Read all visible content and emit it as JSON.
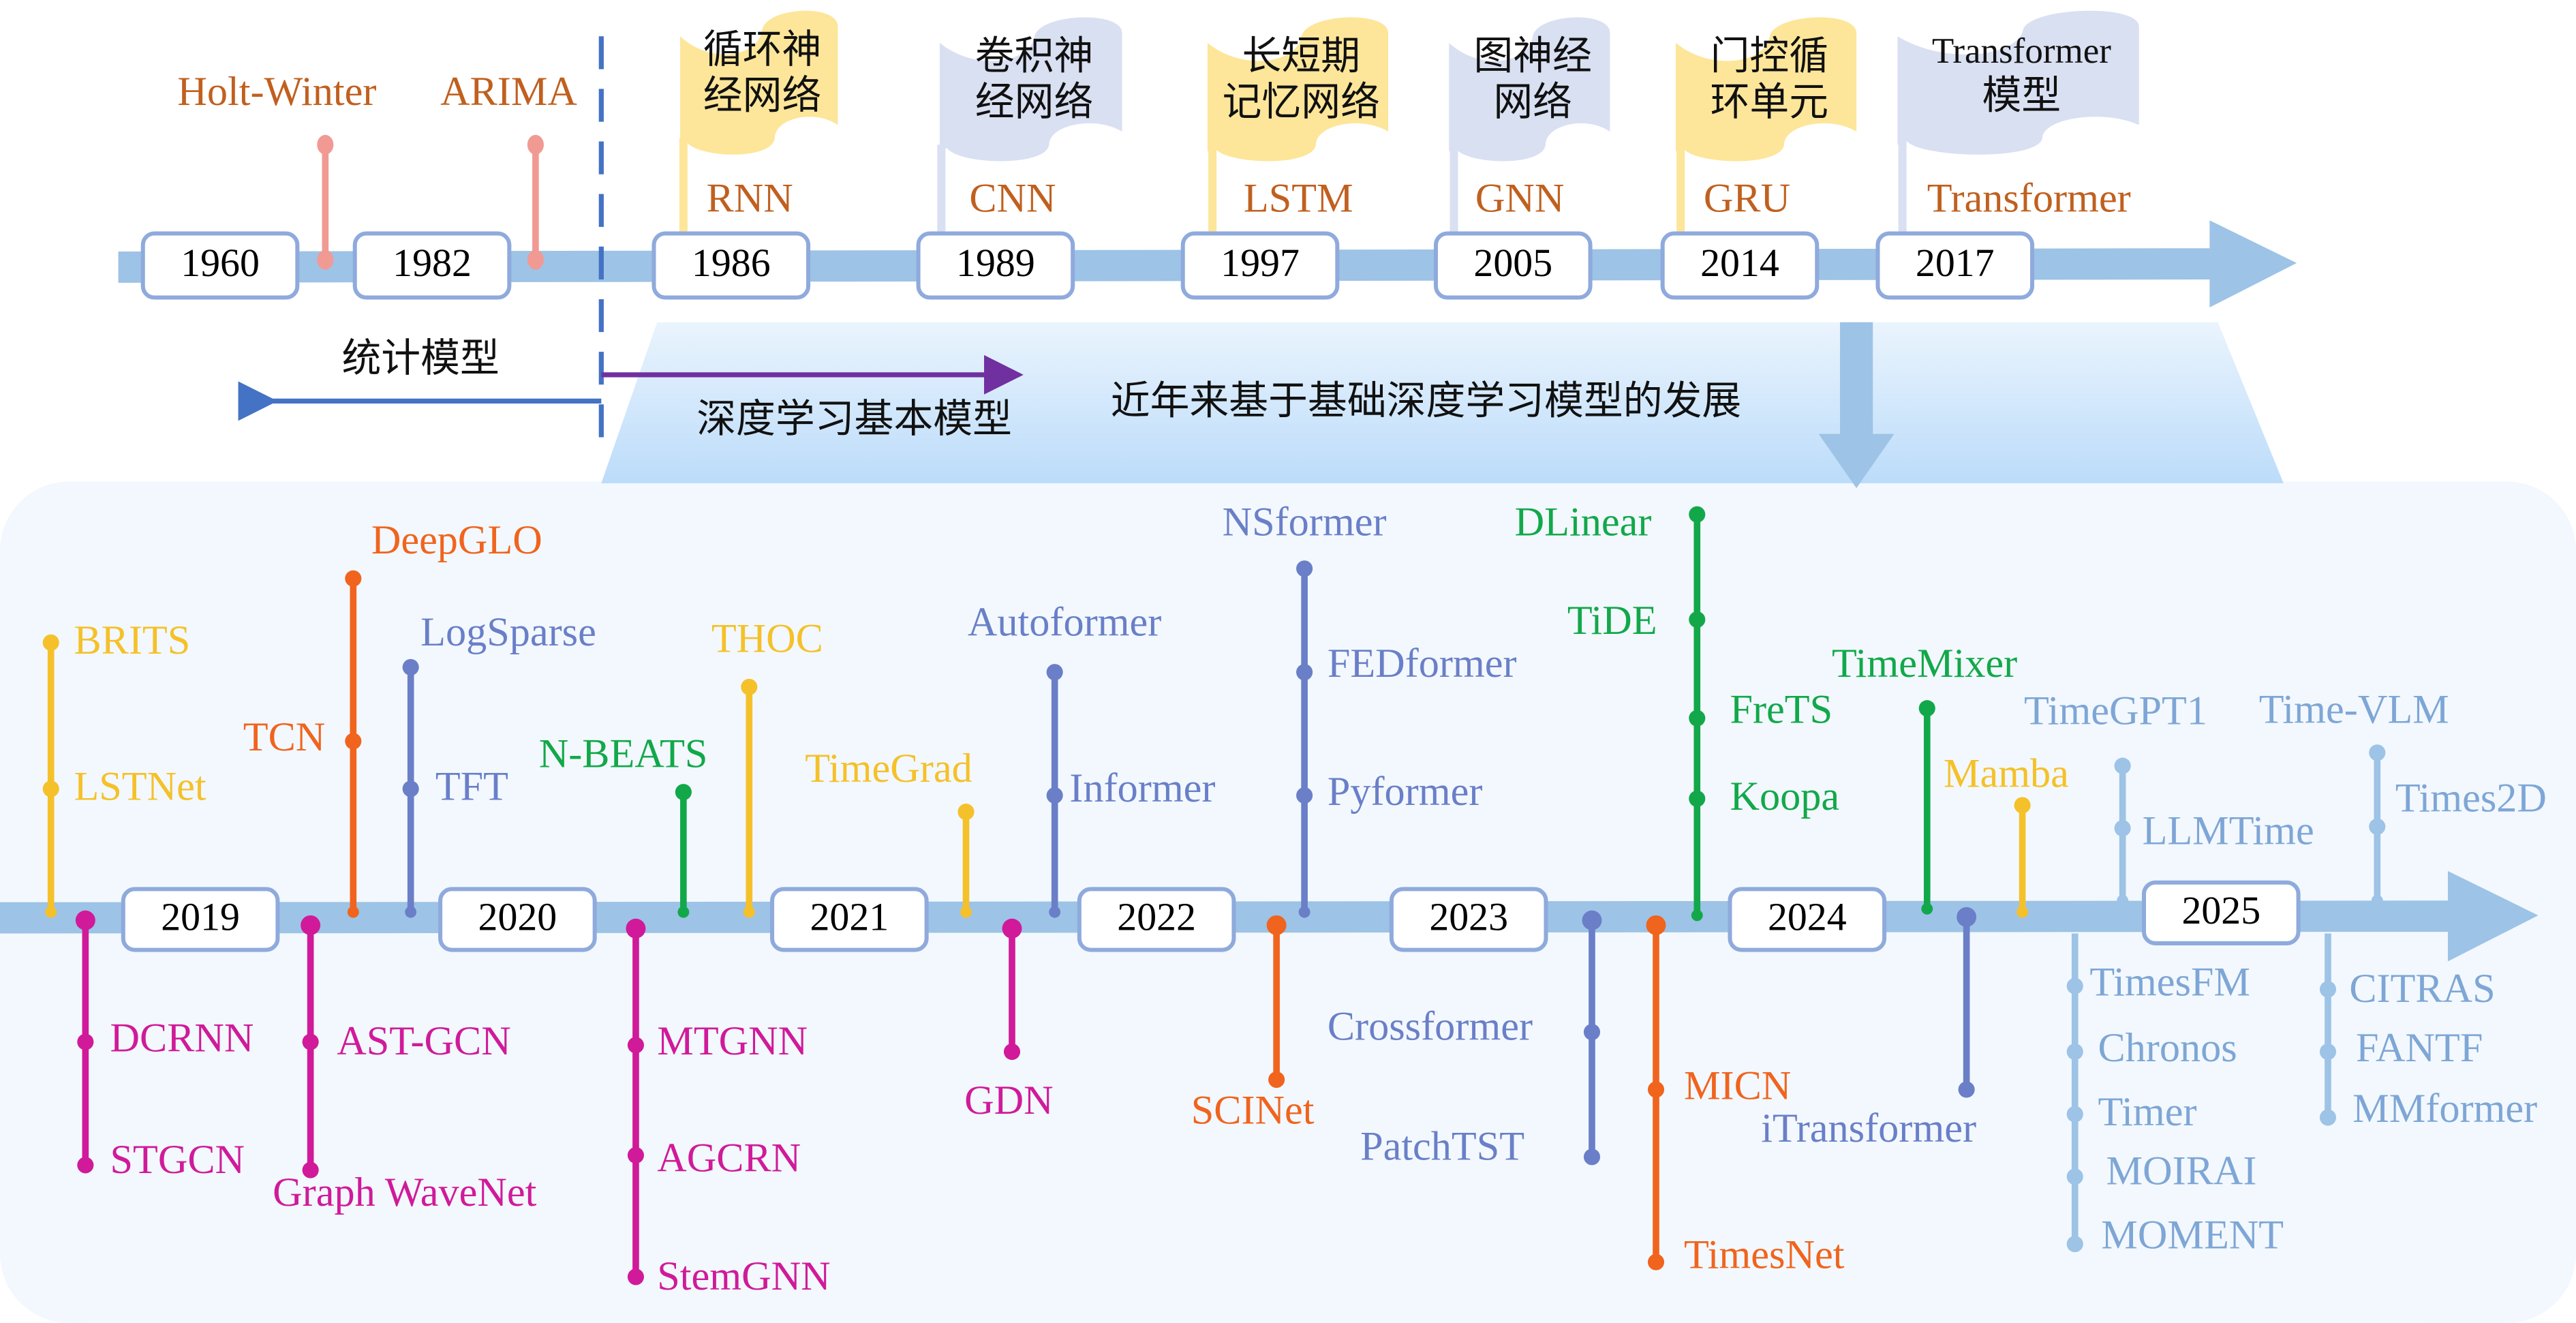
{
  "colors": {
    "bar": "#9dc3e6",
    "box_border": "#8faadc",
    "orange_text": "#c0601f",
    "flag_yellow": "#fde69a",
    "flag_lavender": "#d9e0f2",
    "pink_pin": "#f19a94",
    "panel": "#f2f8fd"
  },
  "top": {
    "years": [
      "1960",
      "1982",
      "1986",
      "1989",
      "1997",
      "2005",
      "2014",
      "2017"
    ],
    "early_models": [
      "Holt-Winter",
      "ARIMA"
    ],
    "flags": [
      {
        "cn": [
          "循环神",
          "经网络"
        ],
        "en": "RNN",
        "color": "#fde69a"
      },
      {
        "cn": [
          "卷积神",
          "经网络"
        ],
        "en": "CNN",
        "color": "#d9e0f2"
      },
      {
        "cn": [
          "长短期",
          "记忆网络"
        ],
        "en": "LSTM",
        "color": "#fde69a"
      },
      {
        "cn": [
          "图神经",
          "网络"
        ],
        "en": "GNN",
        "color": "#d9e0f2"
      },
      {
        "cn": [
          "门控循",
          "环单元"
        ],
        "en": "GRU",
        "color": "#fde69a"
      },
      {
        "cn": [
          "Transformer",
          "模型"
        ],
        "en": "Transformer",
        "color": "#d9e0f2"
      }
    ],
    "stats_label": "统计模型",
    "dl_basic_label": "深度学习基本模型",
    "recent_label": "近年来基于基础深度学习模型的发展"
  },
  "bottom": {
    "years": [
      "2019",
      "2020",
      "2021",
      "2022",
      "2023",
      "2024",
      "2025"
    ],
    "groups": [
      {
        "color": "#f5c12a",
        "labels": [
          "BRITS",
          "LSTNet"
        ]
      },
      {
        "color": "#f0641e",
        "labels": [
          "DeepGLO",
          "TCN"
        ]
      },
      {
        "color": "#6a7fc8",
        "labels": [
          "LogSparse",
          "TFT"
        ]
      },
      {
        "color": "#12a84a",
        "labels": [
          "N-BEATS"
        ]
      },
      {
        "color": "#f5c12a",
        "labels": [
          "THOC"
        ]
      },
      {
        "color": "#f5c12a",
        "labels": [
          "TimeGrad"
        ]
      },
      {
        "color": "#6a7fc8",
        "labels": [
          "Autoformer",
          "Informer"
        ]
      },
      {
        "color": "#6a7fc8",
        "labels": [
          "NSformer",
          "FEDformer",
          "Pyformer"
        ]
      },
      {
        "color": "#12a84a",
        "labels": [
          "DLinear",
          "TiDE",
          "FreTS",
          "Koopa"
        ]
      },
      {
        "color": "#12a84a",
        "labels": [
          "TimeMixer"
        ]
      },
      {
        "color": "#f5c12a",
        "labels": [
          "Mamba"
        ]
      },
      {
        "color": "#9dc3e6",
        "labels": [
          "TimeGPT1",
          "LLMTime"
        ]
      },
      {
        "color": "#9dc3e6",
        "labels": [
          "Time-VLM",
          "Times2D"
        ]
      },
      {
        "color": "#d01a9a",
        "labels": [
          "DCRNN",
          "STGCN"
        ]
      },
      {
        "color": "#d01a9a",
        "labels": [
          "AST-GCN",
          "Graph WaveNet"
        ]
      },
      {
        "color": "#d01a9a",
        "labels": [
          "MTGNN",
          "AGCRN",
          "StemGNN"
        ]
      },
      {
        "color": "#d01a9a",
        "labels": [
          "GDN"
        ]
      },
      {
        "color": "#f0641e",
        "labels": [
          "SCINet"
        ]
      },
      {
        "color": "#6a7fc8",
        "labels": [
          "Crossformer",
          "PatchTST"
        ]
      },
      {
        "color": "#f0641e",
        "labels": [
          "MICN",
          "TimesNet"
        ]
      },
      {
        "color": "#6a7fc8",
        "labels": [
          "iTransformer"
        ]
      },
      {
        "color": "#9dc3e6",
        "labels": [
          "TimesFM",
          "Chronos",
          "Timer",
          "MOIRAI",
          "MOMENT"
        ]
      },
      {
        "color": "#9dc3e6",
        "labels": [
          "CITRAS",
          "FANTF",
          "MMformer"
        ]
      }
    ]
  }
}
